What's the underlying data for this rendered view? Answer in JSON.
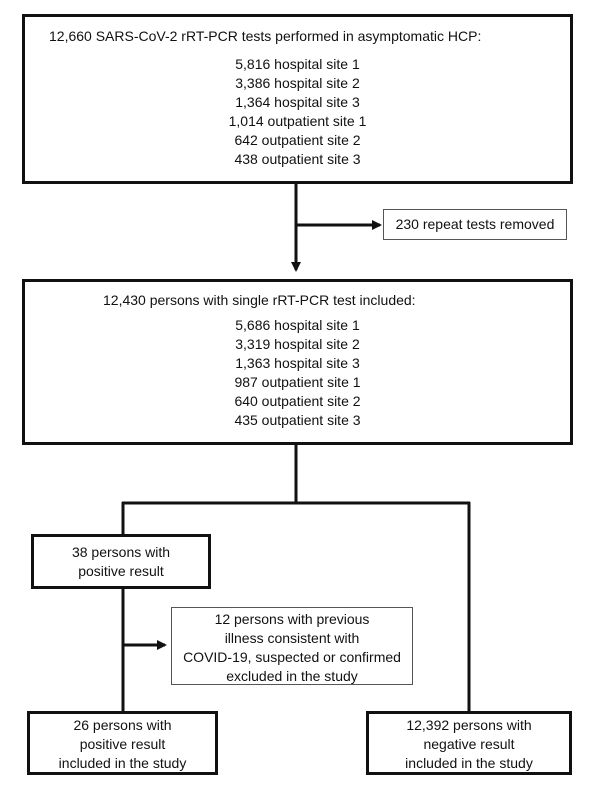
{
  "box1": {
    "title": "12,660  SARS-CoV-2 rRT-PCR tests performed in asymptomatic HCP:",
    "items": [
      "5,816 hospital site 1",
      "3,386 hospital site 2",
      "1,364 hospital site 3",
      "1,014  outpatient site 1",
      "642 outpatient site 2",
      "438 outpatient site 3"
    ]
  },
  "removed": {
    "text": "230 repeat tests removed"
  },
  "box2": {
    "title": "12,430  persons with single rRT-PCR test included:",
    "items": [
      "5,686 hospital site 1",
      "3,319 hospital site 2",
      "1,363 hospital site 3",
      "987 outpatient site 1",
      "640 outpatient site 2",
      "435 outpatient site 3"
    ]
  },
  "positive": {
    "lines": [
      "38  persons with",
      "positive result"
    ]
  },
  "excluded": {
    "lines": [
      "12 persons with previous",
      "illness consistent with",
      "COVID-19, suspected or confirmed",
      "excluded in the study"
    ]
  },
  "pos_included": {
    "lines": [
      "26 persons with",
      "positive  result",
      "included in the study"
    ]
  },
  "neg_included": {
    "lines": [
      "12,392 persons with",
      "negative  result",
      "included in the study"
    ]
  }
}
